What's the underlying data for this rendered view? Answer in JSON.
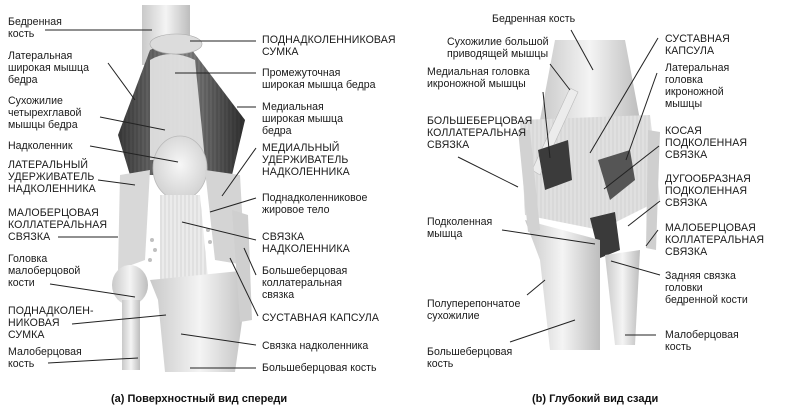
{
  "panel_a": {
    "caption": "(a) Поверхностный вид спереди",
    "labels_left": [
      {
        "id": "femur",
        "text": "Бедренная\nкость"
      },
      {
        "id": "vastus-lateralis",
        "text": "Латеральная\nширокая мышца\nбедра"
      },
      {
        "id": "quadriceps-tendon",
        "text": "Сухожилие\nчетырехглавой\nмышцы бедра"
      },
      {
        "id": "patella",
        "text": "Надколенник"
      },
      {
        "id": "lateral-patellar-retinaculum",
        "text": "ЛАТЕРАЛЬНЫЙ\nУДЕРЖИВАТЕЛЬ\nНАДКОЛЕННИКА"
      },
      {
        "id": "fibular-collateral-ligament",
        "text": "МАЛОБЕРЦОВАЯ\nКОЛЛАТЕРАЛЬНАЯ\nСВЯЗКА"
      },
      {
        "id": "fibula-head",
        "text": "Головка\nмалоберцовой\nкости"
      },
      {
        "id": "infrapatellar-bursa",
        "text": "ПОДНАДКОЛЕН-\nНИКОВАЯ\nСУМКА"
      },
      {
        "id": "fibula",
        "text": "Малоберцовая\nкость"
      }
    ],
    "labels_right": [
      {
        "id": "suprapatellar-bursa",
        "text": "ПОДНАДКОЛЕННИКОВАЯ\nСУМКА"
      },
      {
        "id": "vastus-intermedius",
        "text": "Промежуточная\nширокая мышца бедра"
      },
      {
        "id": "vastus-medialis",
        "text": "Медиальная\nширокая мышца\nбедра"
      },
      {
        "id": "medial-patellar-retinaculum",
        "text": "МЕДИАЛЬНЫЙ\nУДЕРЖИВАТЕЛЬ\nНАДКОЛЕННИКА"
      },
      {
        "id": "infrapatellar-fat-pad",
        "text": "Поднадколенниковое\nжировое тело"
      },
      {
        "id": "patellar-ligament-caps",
        "text": "СВЯЗКА\nНАДКОЛЕННИКА"
      },
      {
        "id": "tibial-collateral-ligament",
        "text": "Большеберцовая\nколлатеральная\nсвязка"
      },
      {
        "id": "joint-capsule",
        "text": "СУСТАВНАЯ КАПСУЛА"
      },
      {
        "id": "patellar-ligament",
        "text": "Связка надколенника"
      },
      {
        "id": "tibia",
        "text": "Большеберцовая кость"
      }
    ]
  },
  "panel_b": {
    "caption": "(b) Глубокий вид сзади",
    "labels_left": [
      {
        "id": "femur",
        "text": "Бедренная кость"
      },
      {
        "id": "adductor-magnus-tendon",
        "text": "Сухожилие большой\nприводящей мышцы"
      },
      {
        "id": "gastrocnemius-medial-head",
        "text": "Медиальная головка\nикроножной мышцы"
      },
      {
        "id": "tibial-collateral-ligament",
        "text": "БОЛЬШЕБЕРЦОВАЯ\nКОЛЛАТЕРАЛЬНАЯ\nСВЯЗКА"
      },
      {
        "id": "popliteus",
        "text": "Подколенная\nмышца"
      },
      {
        "id": "semimembranosus-tendon",
        "text": "Полуперепончатое\nсухожилие"
      },
      {
        "id": "tibia",
        "text": "Большеберцовая\nкость"
      }
    ],
    "labels_right": [
      {
        "id": "joint-capsule",
        "text": "СУСТАВНАЯ\nКАПСУЛА"
      },
      {
        "id": "gastrocnemius-lateral-head",
        "text": "Латеральная\nголовка\nикроножной\nмышцы"
      },
      {
        "id": "oblique-popliteal-ligament",
        "text": "КОСАЯ\nПОДКОЛЕННАЯ\nСВЯЗКА"
      },
      {
        "id": "arcuate-popliteal-ligament",
        "text": "ДУГООБРАЗНАЯ\nПОДКОЛЕННАЯ\nСВЯЗКА"
      },
      {
        "id": "fibular-collateral-ligament",
        "text": "МАЛОБЕРЦОВАЯ\nКОЛЛАТЕРАЛЬНАЯ\nСВЯЗКА"
      },
      {
        "id": "posterior-ligament-fibula-head",
        "text": "Задняя связка\nголовки\nбедренной кости"
      },
      {
        "id": "fibula",
        "text": "Малоберцовая\nкость"
      }
    ]
  }
}
